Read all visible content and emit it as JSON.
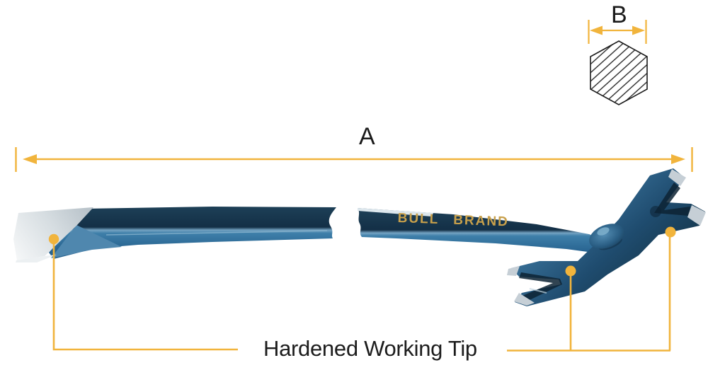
{
  "diagram": {
    "labels": {
      "dimension_a": "A",
      "dimension_b": "B",
      "callout": "Hardened Working Tip"
    },
    "brand": {
      "word1": "BULL",
      "word2": "BRAND"
    },
    "colors": {
      "annotation_gold": "#F1B43C",
      "bar_navy_dark": "#132F46",
      "bar_steel_blue": "#3E7FA9",
      "claw_blue": "#1F4C6F",
      "tip_silver": "#D6DDE1",
      "brand_gold": "#C8A04B",
      "outline_black": "#1A1A1A",
      "background": "#FFFFFF"
    }
  }
}
